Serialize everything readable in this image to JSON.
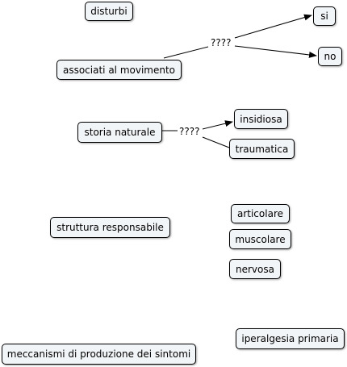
{
  "nodes": {
    "disturbi": "disturbi",
    "associati": "associati al movimento",
    "si": "si",
    "no": "no",
    "storia": "storia naturale",
    "insidiosa": "insidiosa",
    "traumatica": "traumatica",
    "struttura": "struttura responsabile",
    "articolare": "articolare",
    "muscolare": "muscolare",
    "nervosa": "nervosa",
    "iperalgesia": "iperalgesia primaria",
    "meccanismi": "meccanismi di produzione dei sintomi"
  },
  "links": {
    "associati_label": "????",
    "storia_label": "????"
  }
}
